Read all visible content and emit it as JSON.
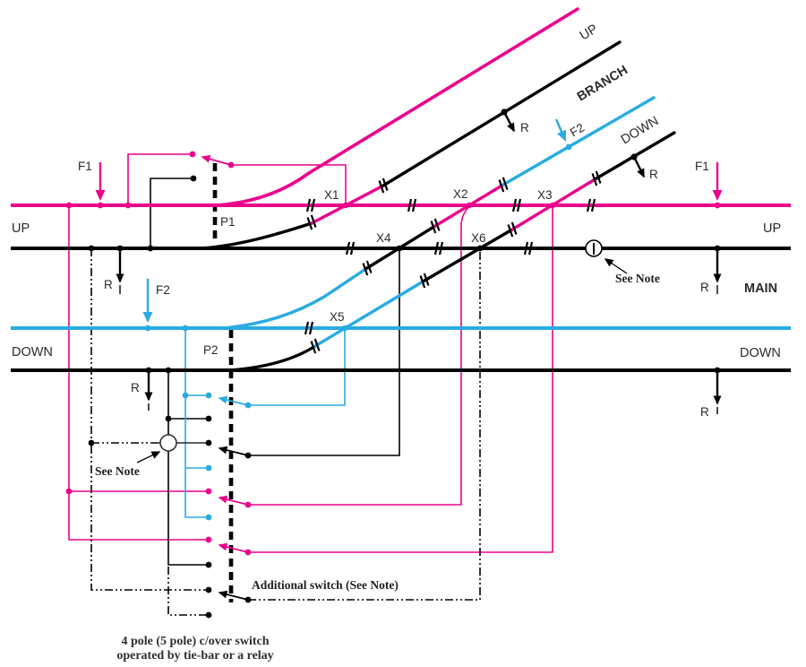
{
  "diagram": {
    "colors": {
      "magenta": "#EC008C",
      "blue": "#29ABE2",
      "black": "#000000"
    },
    "tracks": {
      "up_main_left": "UP",
      "up_main_right": "UP",
      "main": "MAIN",
      "down_main_left": "DOWN",
      "down_main_right": "DOWN",
      "branch": "BRANCH",
      "branch_up": "UP",
      "branch_down": "DOWN"
    },
    "points": {
      "p1": "P1",
      "p2": "P2"
    },
    "feeds": {
      "f1_left": "F1",
      "f1_right": "F1",
      "f2_left": "F2",
      "f2_branch": "F2"
    },
    "relays": {
      "up_left": "R",
      "down_left": "R",
      "up_right": "R",
      "down_right": "R",
      "branch_up": "R",
      "branch_down": "R"
    },
    "crossings": {
      "x1": "X1",
      "x2": "X2",
      "x3": "X3",
      "x4": "X4",
      "x5": "X5",
      "x6": "X6"
    },
    "notes": {
      "see_note_top": "See Note",
      "see_note_bottom": "See Note",
      "additional_switch": "Additional switch (See Note)"
    },
    "caption": {
      "line1": "4 pole (5 pole) c/over switch",
      "line2": "operated by tie-bar or a relay"
    }
  }
}
